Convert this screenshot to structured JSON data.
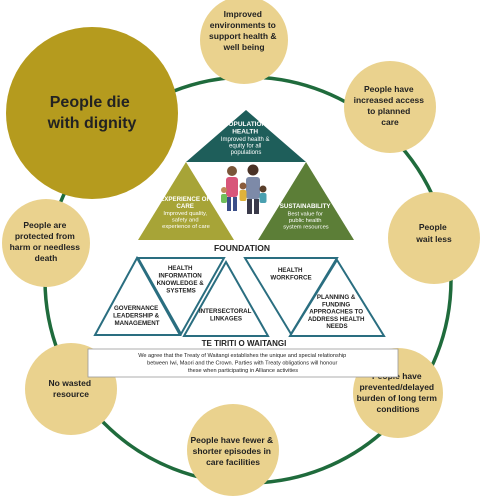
{
  "outcomes": {
    "dignity": [
      "People die",
      "with dignity"
    ],
    "environments": [
      "Improved",
      "environments to",
      "support health &",
      "well being"
    ],
    "access": [
      "People have",
      "increased access",
      "to planned",
      "care"
    ],
    "wait_less": [
      "People",
      "wait less"
    ],
    "prevented": [
      "People have",
      "prevented/delayed",
      "burden of long term",
      "conditions"
    ],
    "episodes": [
      "People have fewer &",
      "shorter episodes in",
      "care facilities"
    ],
    "wasted": [
      "No wasted",
      "resource"
    ],
    "protected": [
      "People are",
      "protected from",
      "harm or needless",
      "death"
    ]
  },
  "triangles": {
    "population": [
      "POPULATION",
      "HEALTH",
      "Improved health &",
      "equity for all",
      "populations"
    ],
    "experience": [
      "EXPERIENCE OF",
      "CARE",
      "Improved quality,",
      "safety and",
      "experience of care"
    ],
    "sustainability": [
      "SUSTAINABILITY",
      "Best value for",
      "public health",
      "system resources"
    ]
  },
  "foundation": {
    "title": "FOUNDATION",
    "governance": [
      "GOVERNANCE",
      "LEADERSHIP &",
      "MANAGEMENT"
    ],
    "information": [
      "HEALTH",
      "INFORMATION",
      "KNOWLEDGE &",
      "SYSTEMS"
    ],
    "intersectoral": [
      "INTERSECTORAL",
      "LINKAGES"
    ],
    "workforce": [
      "HEALTH",
      "WORKFORCE"
    ],
    "planning": [
      "PLANNING &",
      "FUNDING",
      "APPROACHES TO",
      "ADDRESS HEALTH",
      "NEEDS"
    ]
  },
  "treaty": {
    "title": "TE TIRITI O WAITANGI",
    "lines": [
      "We agree that the Treaty of Waitangi establishes the unique and special relationship",
      "between Iwi, Maori and the Crown. Parties with Treaty obligations will honour",
      "these when participating in Alliance activities"
    ]
  },
  "colors": {
    "ring": "#1f6b3c",
    "outcome_fill": "#ead28e",
    "dignity_fill": "#b59b1e",
    "population_fill": "#1e5e5a",
    "experience_fill": "#a7a437",
    "sustainability_fill": "#5c7e37",
    "outline_teal": "#2a6e80",
    "text_dark": "#222222"
  }
}
